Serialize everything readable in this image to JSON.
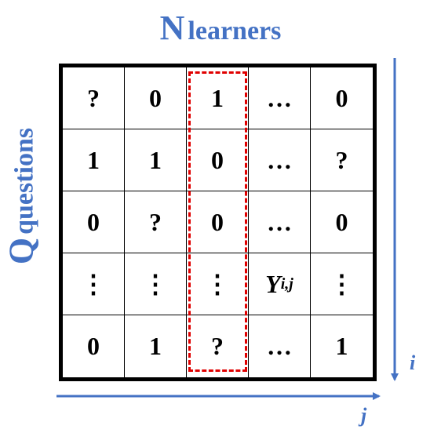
{
  "top_title": {
    "big": "N",
    "small": "learners"
  },
  "left_title": {
    "big": "Q",
    "small": "questions"
  },
  "matrix": [
    [
      "?",
      "0",
      "1",
      "…",
      "0"
    ],
    [
      "1",
      "1",
      "0",
      "…",
      "?"
    ],
    [
      "0",
      "?",
      "0",
      "…",
      "0"
    ],
    [
      "⋮",
      "⋮",
      "⋮",
      "Y",
      "⋮"
    ],
    [
      "0",
      "1",
      "?",
      "…",
      "1"
    ]
  ],
  "y_subscript": "i,j",
  "axis_labels": {
    "row_index": "i",
    "col_index": "j"
  },
  "colors": {
    "accent": "#4472c4",
    "highlight": "#e00000",
    "grid": "#000000"
  },
  "highlight_column": 2
}
